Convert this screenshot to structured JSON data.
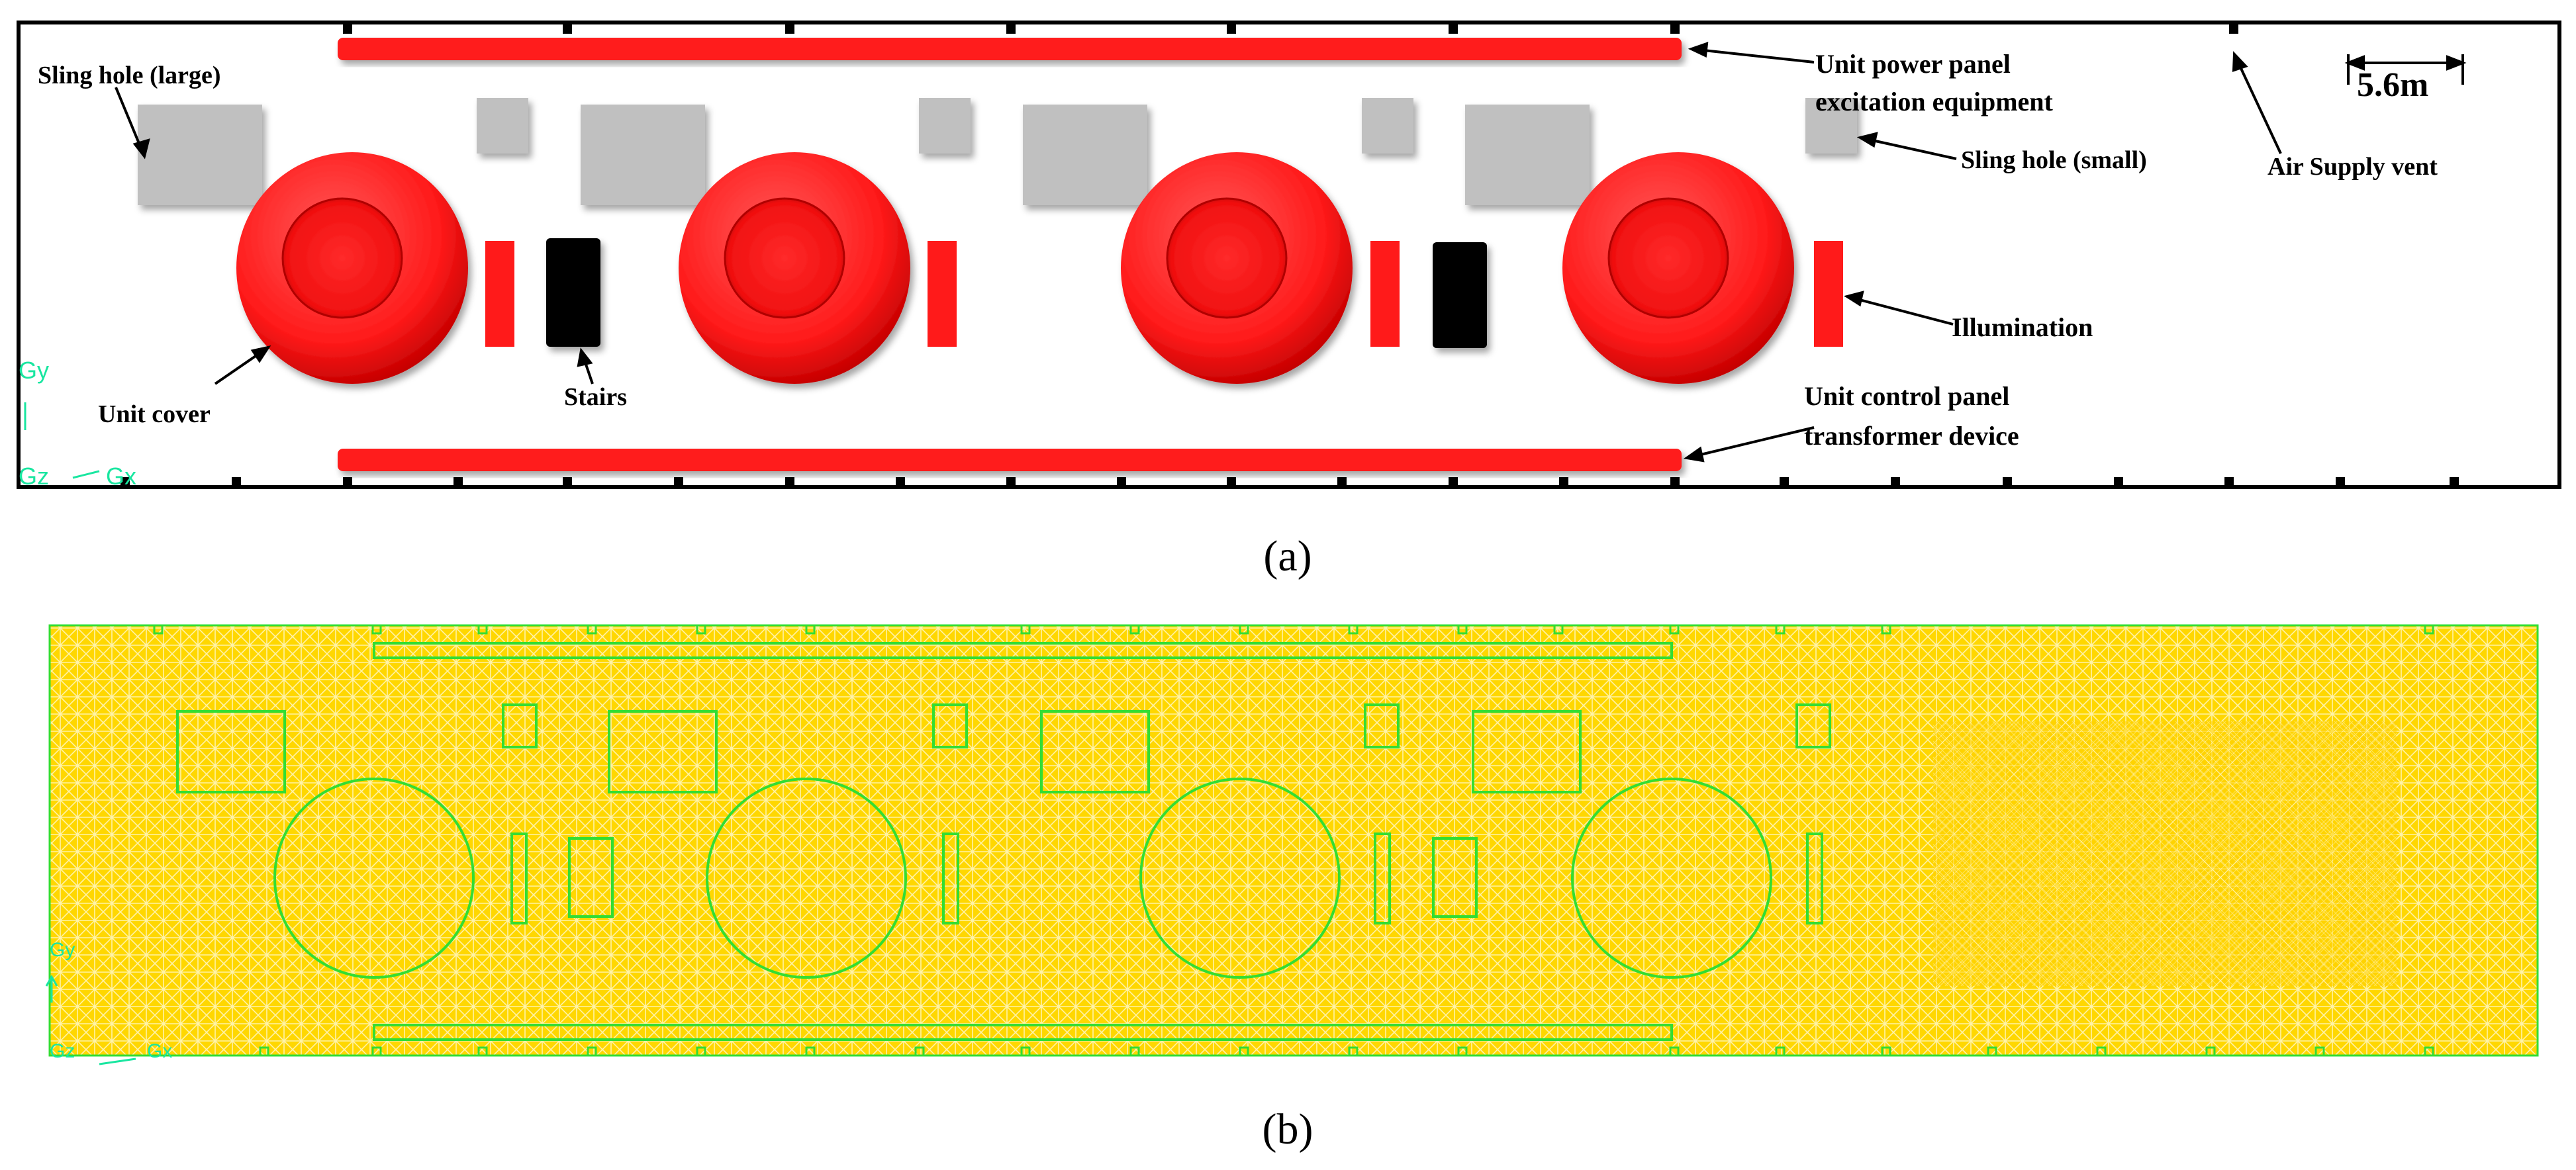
{
  "panel_a": {
    "labels": {
      "sling_large": "Sling hole (large)",
      "unit_cover": "Unit cover",
      "stairs": "Stairs",
      "power_panel_line1": "Unit power panel",
      "power_panel_line2": "excitation  equipment",
      "sling_small": "Sling hole (small)",
      "air_vent": "Air Supply vent",
      "scale": "5.6m",
      "illumination": "Illumination",
      "control_panel_line1": "Unit control panel",
      "control_panel_line2": "transformer device"
    },
    "axis": {
      "gy": "Gy",
      "gz": "Gz",
      "gx": "Gx"
    },
    "caption": "(a)"
  },
  "panel_b": {
    "axis": {
      "gy": "Gy",
      "gz": "Gz",
      "gx": "Gx"
    },
    "caption": "(b)"
  },
  "colors": {
    "equipment_red": "#ff1a1a",
    "sling_gray": "#c0c0c0",
    "stairs_black": "#000000",
    "mesh_yellow": "#ffd700",
    "mesh_outline_green": "#33dd33",
    "axis_cyan": "#19e6a0"
  }
}
